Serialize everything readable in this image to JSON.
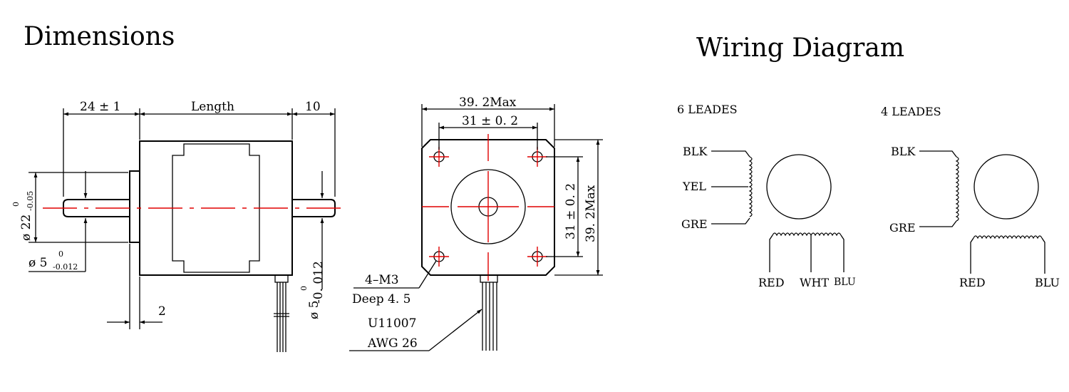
{
  "titles": {
    "dimensions": "Dimensions",
    "wiring": "Wiring Diagram"
  },
  "side_view": {
    "shaft_left": "24 ± 1",
    "length": "Length",
    "shaft_right": "10",
    "pilot_dia": "ø 22",
    "pilot_tol_upper": "0",
    "pilot_tol_lower": "-0.05",
    "shaft_dia_left": "ø 5",
    "shaft_dia_left_tol_upper": "0",
    "shaft_dia_left_tol_lower": "-0.012",
    "shaft_dia_right": "ø 5",
    "shaft_dia_right_tol_upper": "0",
    "shaft_dia_right_tol_lower": "-0. 012",
    "flange_thickness": "2"
  },
  "front_view": {
    "body_max": "39. 2Max",
    "hole_spacing": "31 ± 0. 2",
    "hole_spacing_v": "31 ± 0. 2",
    "body_max_v": "39. 2Max",
    "screw": "4–M3",
    "deep": "Deep 4. 5",
    "cable_model": "U11007",
    "cable_awg": "AWG 26"
  },
  "wiring": {
    "six": {
      "title": "6 LEADES",
      "left_leads": [
        "BLK",
        "YEL",
        "GRE"
      ],
      "bottom_leads": [
        "RED",
        "WHT",
        "BLU"
      ]
    },
    "four": {
      "title": "4 LEADES",
      "left_leads": [
        "BLK",
        "GRE"
      ],
      "bottom_leads": [
        "RED",
        "BLU"
      ]
    }
  },
  "colors": {
    "center_line": "#e00000",
    "line": "#000000"
  }
}
